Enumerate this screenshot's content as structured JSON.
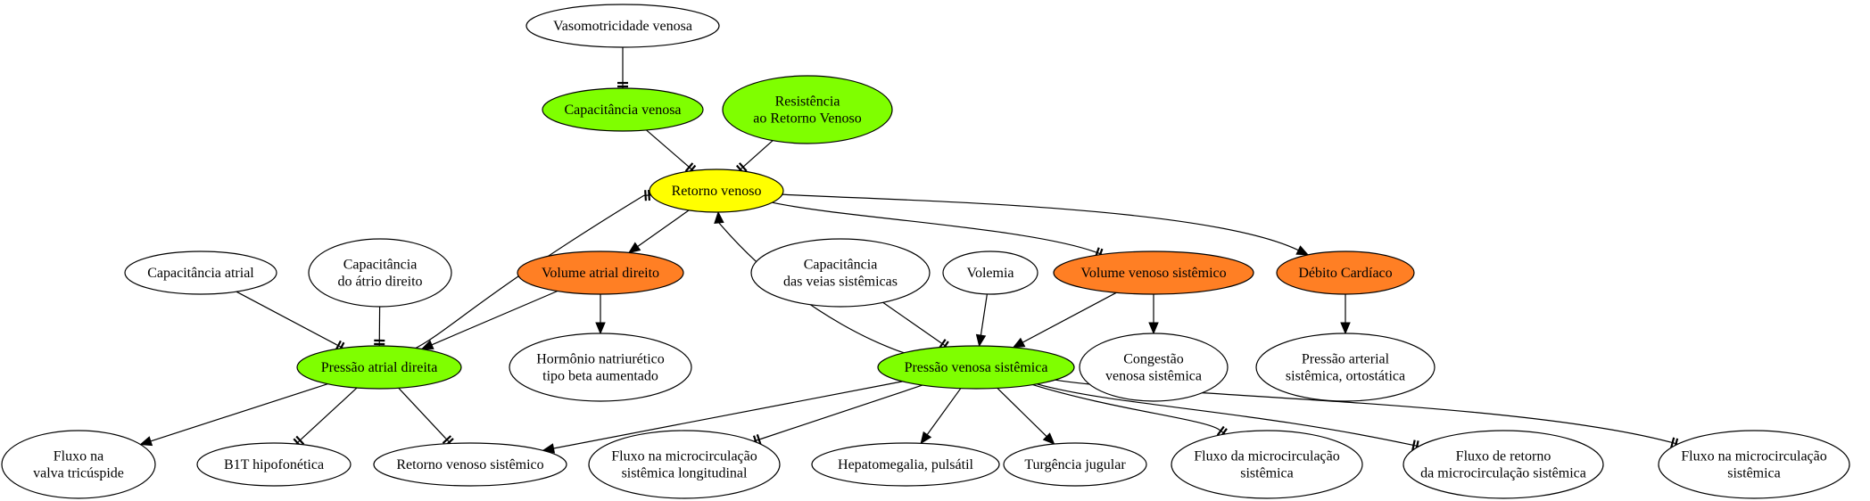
{
  "colors": {
    "white": "#ffffff",
    "green": "#7fff00",
    "yellow": "#ffff00",
    "orange": "#ff7f24",
    "stroke": "#000000"
  },
  "nodes": [
    {
      "id": "vasomotricidade",
      "lines": [
        "Vasomotricidade venosa"
      ],
      "fill": "white"
    },
    {
      "id": "capacitancia_venosa",
      "lines": [
        "Capacitância venosa"
      ],
      "fill": "green"
    },
    {
      "id": "resistencia",
      "lines": [
        "Resistência",
        "ao Retorno Venoso"
      ],
      "fill": "green"
    },
    {
      "id": "retorno_venoso",
      "lines": [
        "Retorno venoso"
      ],
      "fill": "yellow"
    },
    {
      "id": "capacitancia_atrial",
      "lines": [
        "Capacitância atrial"
      ],
      "fill": "white"
    },
    {
      "id": "capacitancia_atrio",
      "lines": [
        "Capacitância",
        "do átrio direito"
      ],
      "fill": "white"
    },
    {
      "id": "volume_atrial",
      "lines": [
        "Volume atrial direito"
      ],
      "fill": "orange"
    },
    {
      "id": "capacitancia_veias",
      "lines": [
        "Capacitância",
        "das veias sistêmicas"
      ],
      "fill": "white"
    },
    {
      "id": "volemia",
      "lines": [
        "Volemia"
      ],
      "fill": "white"
    },
    {
      "id": "volume_venoso",
      "lines": [
        "Volume venoso sistêmico"
      ],
      "fill": "orange"
    },
    {
      "id": "debito",
      "lines": [
        "Débito Cardíaco"
      ],
      "fill": "orange"
    },
    {
      "id": "pressao_atrial",
      "lines": [
        "Pressão atrial direita"
      ],
      "fill": "green"
    },
    {
      "id": "hormonio",
      "lines": [
        "Hormônio natriurético",
        "tipo beta aumentado"
      ],
      "fill": "white"
    },
    {
      "id": "pressao_venosa",
      "lines": [
        "Pressão venosa sistêmica"
      ],
      "fill": "green"
    },
    {
      "id": "congestao",
      "lines": [
        "Congestão",
        "venosa sistêmica"
      ],
      "fill": "white"
    },
    {
      "id": "pressao_arterial",
      "lines": [
        "Pressão arterial",
        "sistêmica, ortostática"
      ],
      "fill": "white"
    },
    {
      "id": "fluxo_tricuspide",
      "lines": [
        "Fluxo na",
        "valva tricúspide"
      ],
      "fill": "white"
    },
    {
      "id": "b1t",
      "lines": [
        "B1T hipofonética"
      ],
      "fill": "white"
    },
    {
      "id": "retorno_sistemico",
      "lines": [
        "Retorno venoso sistêmico"
      ],
      "fill": "white"
    },
    {
      "id": "fluxo_longitudinal",
      "lines": [
        "Fluxo na microcirculação",
        "sistêmica longitudinal"
      ],
      "fill": "white"
    },
    {
      "id": "hepatomegalia",
      "lines": [
        "Hepatomegalia, pulsátil"
      ],
      "fill": "white"
    },
    {
      "id": "turgencia",
      "lines": [
        "Turgência jugular"
      ],
      "fill": "white"
    },
    {
      "id": "fluxo_da_micro",
      "lines": [
        "Fluxo da microcirculação",
        "sistêmica"
      ],
      "fill": "white"
    },
    {
      "id": "fluxo_retorno",
      "lines": [
        "Fluxo de retorno",
        "da microcirculação sistêmica"
      ],
      "fill": "white"
    },
    {
      "id": "fluxo_na_micro",
      "lines": [
        "Fluxo na microcirculação",
        "sistêmica"
      ],
      "fill": "white"
    }
  ],
  "edges": [
    {
      "from": "vasomotricidade",
      "to": "capacitancia_venosa",
      "head": "tee"
    },
    {
      "from": "capacitancia_venosa",
      "to": "retorno_venoso",
      "head": "tee"
    },
    {
      "from": "resistencia",
      "to": "retorno_venoso",
      "head": "tee"
    },
    {
      "from": "retorno_venoso",
      "to": "volume_atrial",
      "head": "arrow"
    },
    {
      "from": "retorno_venoso",
      "to": "volume_venoso",
      "head": "tee"
    },
    {
      "from": "retorno_venoso",
      "to": "debito",
      "head": "arrow"
    },
    {
      "from": "pressao_atrial",
      "to": "retorno_venoso",
      "head": "tee"
    },
    {
      "from": "pressao_venosa",
      "to": "retorno_venoso",
      "head": "arrow"
    },
    {
      "from": "capacitancia_atrial",
      "to": "pressao_atrial",
      "head": "tee"
    },
    {
      "from": "capacitancia_atrio",
      "to": "pressao_atrial",
      "head": "tee"
    },
    {
      "from": "volume_atrial",
      "to": "pressao_atrial",
      "head": "arrow"
    },
    {
      "from": "volume_atrial",
      "to": "hormonio",
      "head": "arrow"
    },
    {
      "from": "capacitancia_veias",
      "to": "pressao_venosa",
      "head": "tee"
    },
    {
      "from": "volemia",
      "to": "pressao_venosa",
      "head": "arrow"
    },
    {
      "from": "volume_venoso",
      "to": "pressao_venosa",
      "head": "arrow"
    },
    {
      "from": "volume_venoso",
      "to": "congestao",
      "head": "arrow"
    },
    {
      "from": "debito",
      "to": "pressao_arterial",
      "head": "arrow"
    },
    {
      "from": "pressao_atrial",
      "to": "fluxo_tricuspide",
      "head": "arrow"
    },
    {
      "from": "pressao_atrial",
      "to": "b1t",
      "head": "tee"
    },
    {
      "from": "pressao_atrial",
      "to": "retorno_sistemico",
      "head": "tee"
    },
    {
      "from": "pressao_venosa",
      "to": "retorno_sistemico",
      "head": "arrow"
    },
    {
      "from": "pressao_venosa",
      "to": "fluxo_longitudinal",
      "head": "tee"
    },
    {
      "from": "pressao_venosa",
      "to": "hepatomegalia",
      "head": "arrow"
    },
    {
      "from": "pressao_venosa",
      "to": "turgencia",
      "head": "arrow"
    },
    {
      "from": "pressao_venosa",
      "to": "fluxo_da_micro",
      "head": "tee"
    },
    {
      "from": "pressao_venosa",
      "to": "fluxo_retorno",
      "head": "tee"
    },
    {
      "from": "pressao_venosa",
      "to": "fluxo_na_micro",
      "head": "tee"
    }
  ]
}
